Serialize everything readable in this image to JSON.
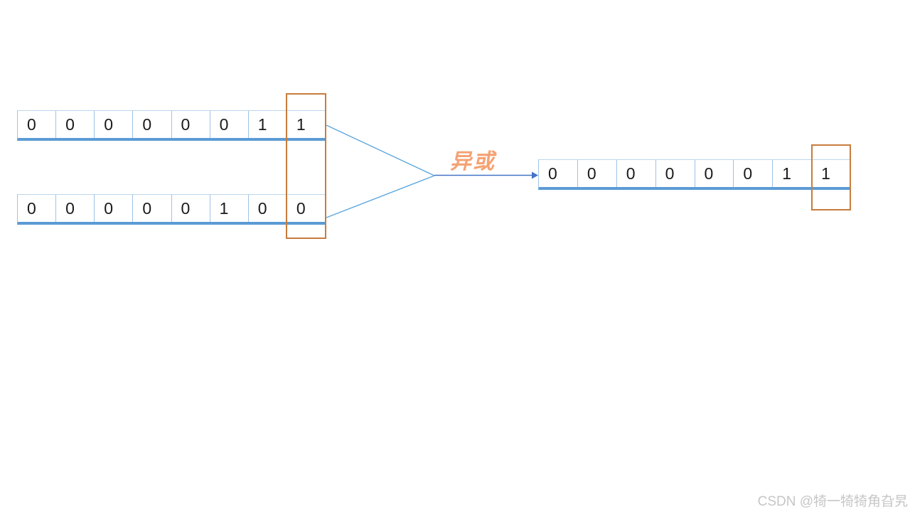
{
  "diagram": {
    "operand_a": {
      "bits": [
        "0",
        "0",
        "0",
        "0",
        "0",
        "0",
        "1",
        "1"
      ]
    },
    "operand_b": {
      "bits": [
        "0",
        "0",
        "0",
        "0",
        "0",
        "1",
        "0",
        "0"
      ]
    },
    "result": {
      "bits": [
        "0",
        "0",
        "0",
        "0",
        "0",
        "0",
        "1",
        "1"
      ]
    },
    "operator_label": "异或",
    "colors": {
      "cell_border": "#9DC3E6",
      "cell_top_border": "#BDD7EE",
      "row_underline": "#5B9BD5",
      "connector_line": "#5BA7DD",
      "arrow": "#4472C4",
      "highlight_box": "#C87C3C",
      "operator_text": "#F5A273"
    }
  },
  "watermark": "CSDN @犄一犄犄角旮旯"
}
